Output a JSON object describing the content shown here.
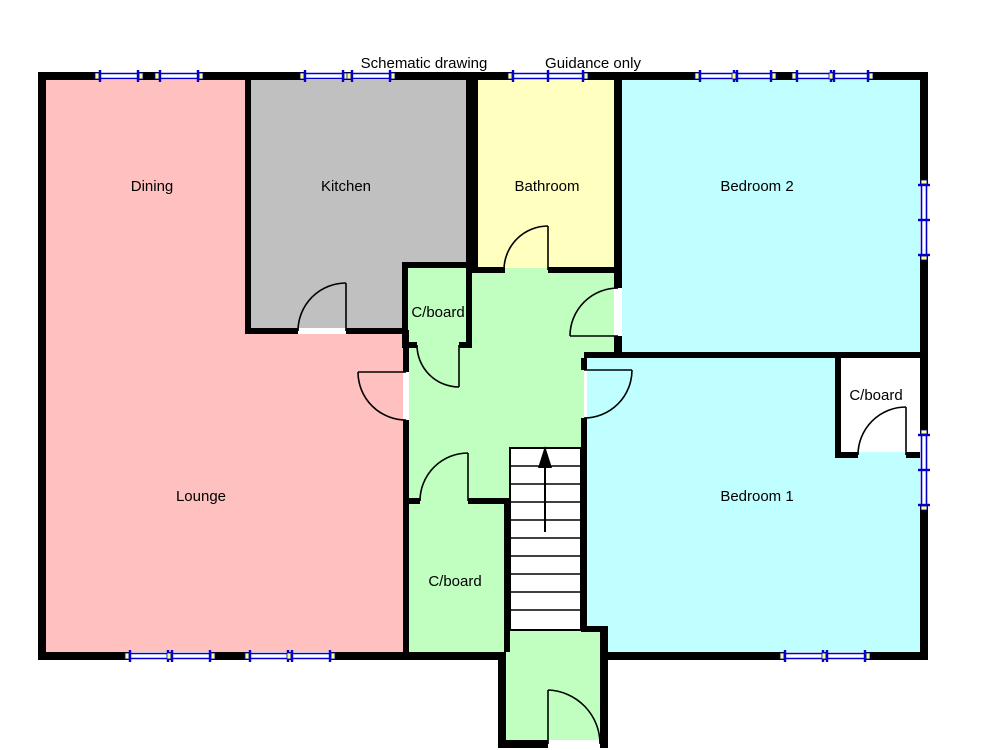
{
  "title": {
    "main": "Schematic drawing",
    "secondary": "Guidance only"
  },
  "rooms": {
    "dining": {
      "label": "Dining",
      "color": "#ffc0c0"
    },
    "kitchen": {
      "label": "Kitchen",
      "color": "#c0c0c0"
    },
    "bathroom": {
      "label": "Bathroom",
      "color": "#ffffc0"
    },
    "bedroom2": {
      "label": "Bedroom 2",
      "color": "#c0ffff"
    },
    "lounge": {
      "label": "Lounge",
      "color": "#ffc0c0"
    },
    "bedroom1": {
      "label": "Bedroom 1",
      "color": "#c0ffff"
    },
    "cupboard_top": {
      "label": "C/board"
    },
    "cupboard_right": {
      "label": "C/board"
    },
    "cupboard_bottom": {
      "label": "C/board"
    }
  },
  "hall": {
    "color": "#c0ffc0"
  },
  "colors": {
    "wall": "#000000",
    "window_frame": "#0000cd",
    "window_cap": "#ffff80",
    "stairs": "#ffffff",
    "cupboard_right_fill": "#ffffff"
  }
}
